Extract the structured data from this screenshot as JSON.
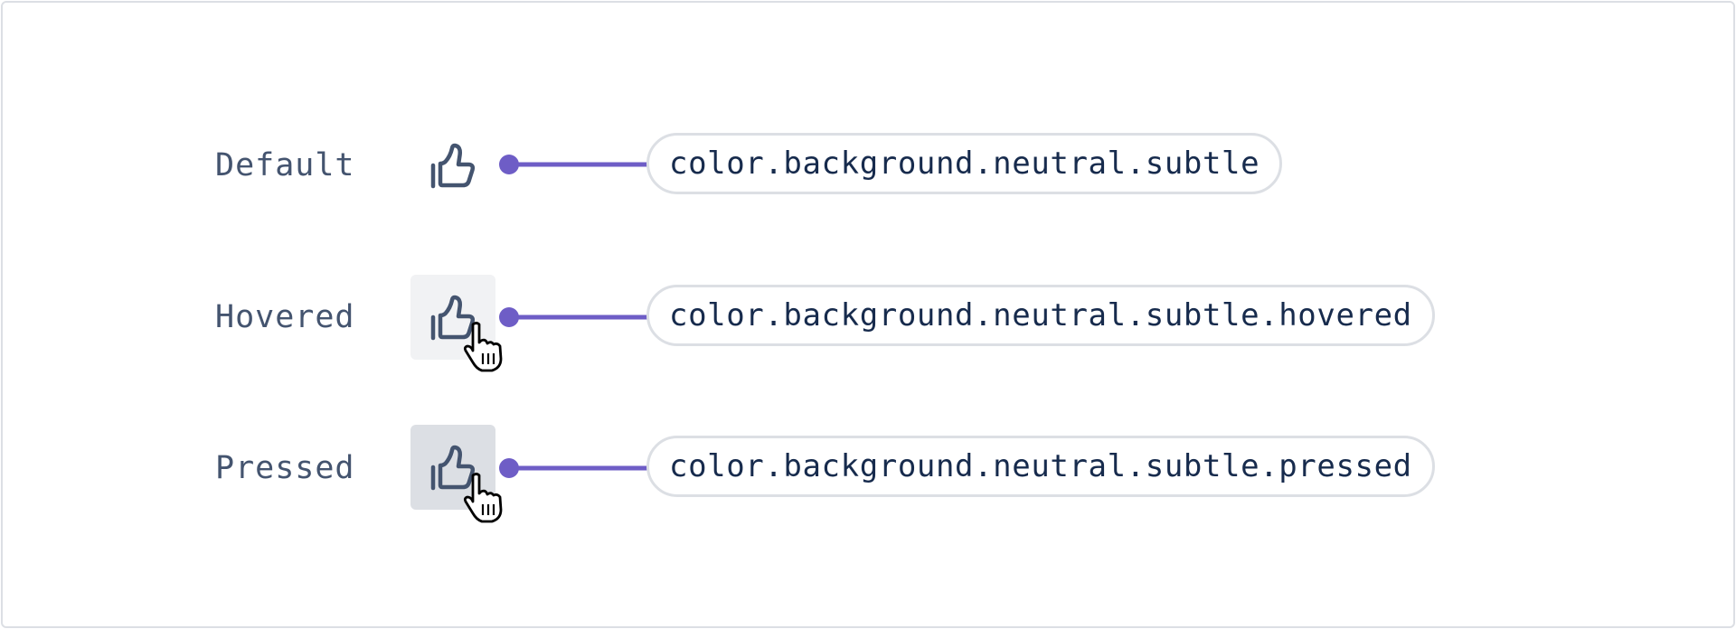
{
  "colors": {
    "connector": "#6e5dc6",
    "icon": "#44546f",
    "label_text": "#44546f",
    "token_text": "#172b4d",
    "token_border": "#dcdfe4",
    "hovered_bg": "#f1f2f4",
    "pressed_bg": "#dcdfe4"
  },
  "icon_name": "thumbs-up-icon",
  "states": [
    {
      "label": "Default",
      "token": "color.background.neutral.subtle",
      "cursor": ""
    },
    {
      "label": "Hovered",
      "token": "color.background.neutral.subtle.hovered",
      "cursor": "pointer-hand-cursor"
    },
    {
      "label": "Pressed",
      "token": "color.background.neutral.subtle.pressed",
      "cursor": "pointer-hand-cursor"
    }
  ]
}
